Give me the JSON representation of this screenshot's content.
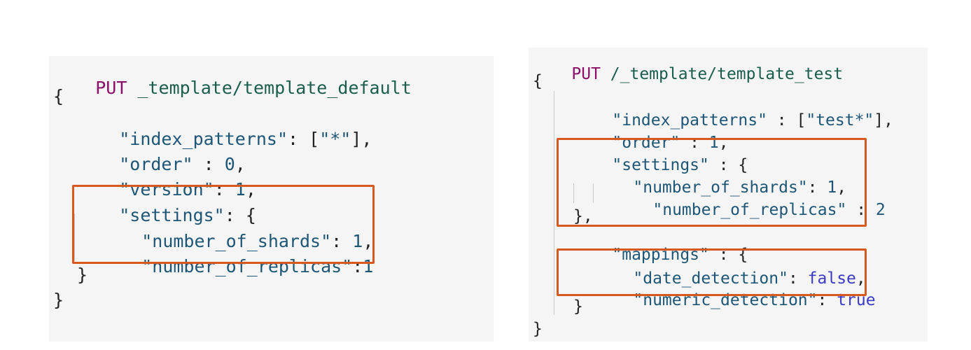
{
  "left": {
    "method": "PUT",
    "path": " _template/template_default",
    "lines": {
      "open": "{",
      "index_patterns_key": "\"index_patterns\"",
      "index_patterns_sep": ": [",
      "index_patterns_value": "\"*\"",
      "index_patterns_end": "],",
      "order_key": "\"order\"",
      "order_sep": " : ",
      "order_value": "0",
      "order_end": ",",
      "version_key": "\"version\"",
      "version_sep": ": ",
      "version_value": "1",
      "version_end": ",",
      "settings_key": "\"settings\"",
      "settings_sep": ": {",
      "shards_key": "\"number_of_shards\"",
      "shards_sep": ": ",
      "shards_value": "1",
      "shards_end": ",",
      "replicas_key": "\"number_of_replicas\"",
      "replicas_sep": ":",
      "replicas_value": "1",
      "settings_close": "}",
      "close": "}"
    }
  },
  "right": {
    "method": "PUT",
    "path": " /_template/template_test",
    "lines": {
      "open": "{",
      "index_patterns_key": "\"index_patterns\"",
      "index_patterns_sep": " : [",
      "index_patterns_value": "\"test*\"",
      "index_patterns_end": "],",
      "order_key": "\"order\"",
      "order_sep": " : ",
      "order_value": "1",
      "order_end": ",",
      "settings_key": "\"settings\"",
      "settings_sep": " : {",
      "shards_key": "\"number_of_shards\"",
      "shards_sep": ": ",
      "shards_value": "1",
      "shards_end": ",",
      "replicas_key": "\"number_of_replicas\"",
      "replicas_sep": " : ",
      "replicas_value": "2",
      "settings_close": "},",
      "mappings_key": "\"mappings\"",
      "mappings_sep": " : {",
      "date_key": "\"date_detection\"",
      "date_sep": ": ",
      "date_value": "false",
      "date_end": ",",
      "numeric_key": "\"numeric_detection\"",
      "numeric_sep": ": ",
      "numeric_value": "true",
      "mappings_close": "}",
      "close": "}"
    }
  },
  "colors": {
    "highlight": "#d8591f",
    "keyword": "#8b0f68",
    "path": "#1a5d4d",
    "string": "#1d5676",
    "boolean": "#3a3ac4",
    "panel_background": "#f5f5f5"
  }
}
